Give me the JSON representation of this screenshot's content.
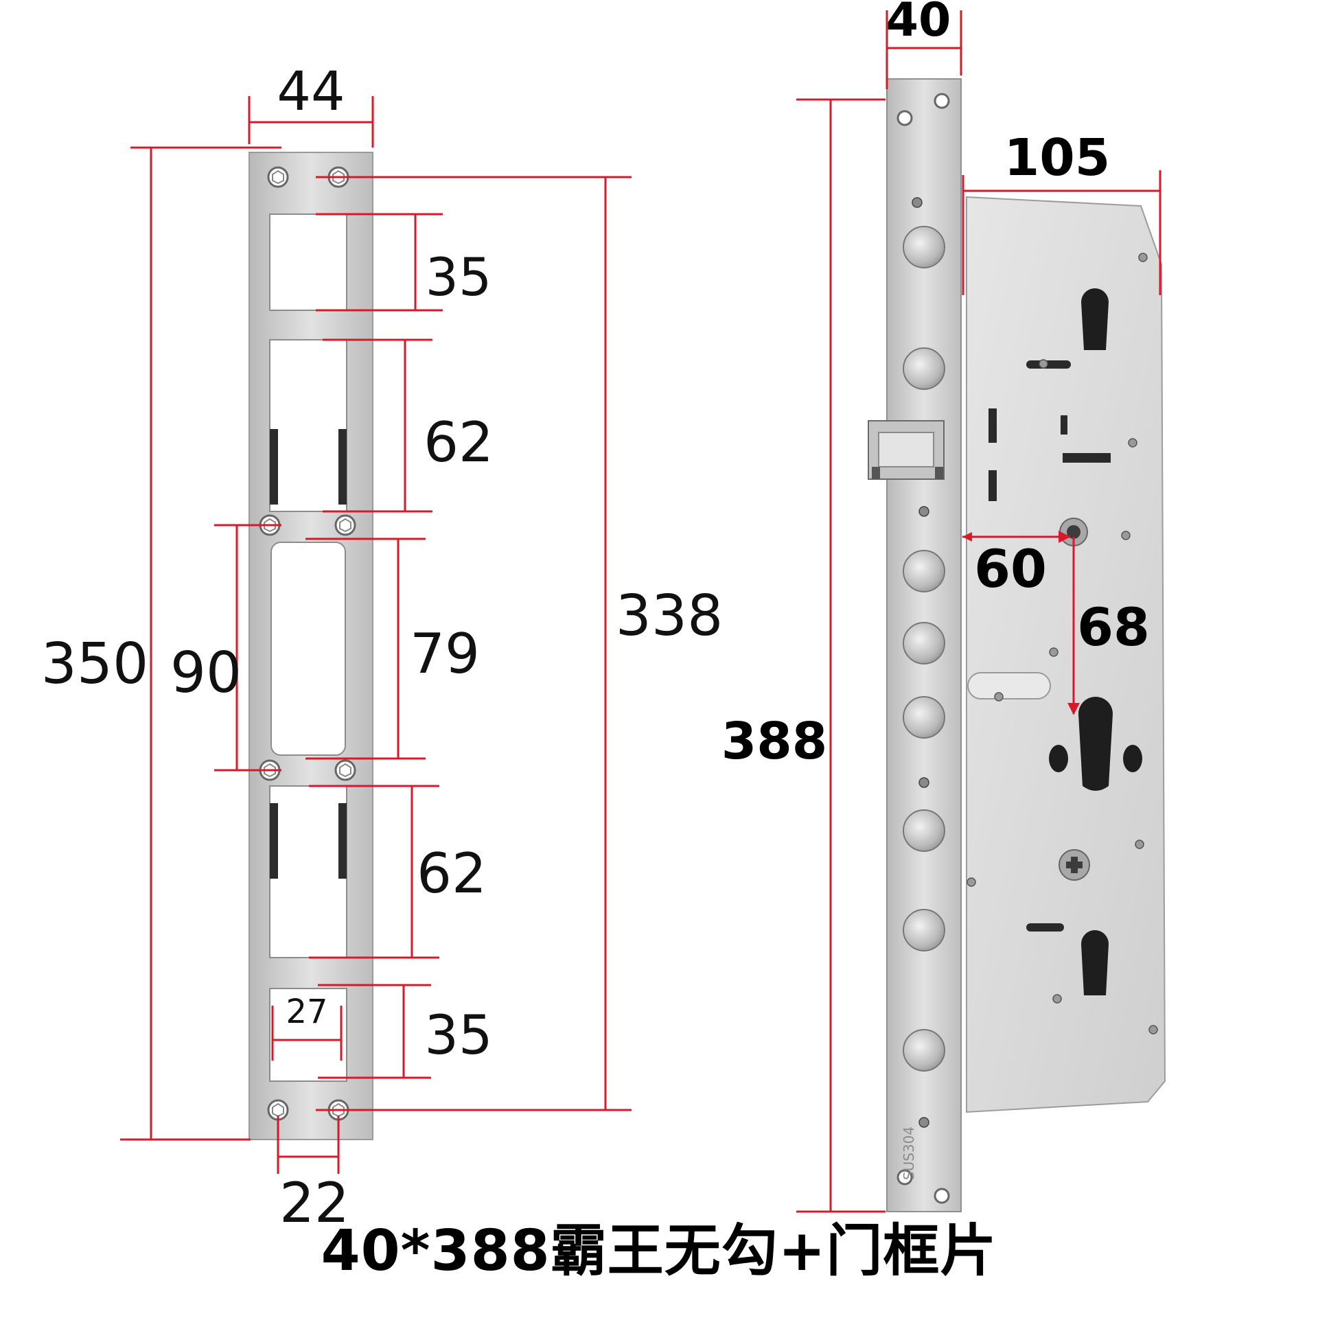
{
  "strike_plate": {
    "dims": {
      "width": "44",
      "total_height": "350",
      "hole_span": "338",
      "slot_top": "35",
      "slot_upper": "62",
      "center_pitch": "90",
      "slot_center": "79",
      "slot_lower": "62",
      "slot_bottom": "35",
      "slot_bottom_width": "27",
      "hole_spacing": "22"
    }
  },
  "lock_body": {
    "dims": {
      "faceplate_width": "40",
      "faceplate_height": "388",
      "body_depth": "105",
      "backset": "60",
      "center_distance": "68"
    },
    "faceplate_marking": "SUS304"
  },
  "caption": "40*388霸王无勾+门框片",
  "colors": {
    "dimension_line": "#d9182a",
    "steel": "#d4d4d4"
  }
}
